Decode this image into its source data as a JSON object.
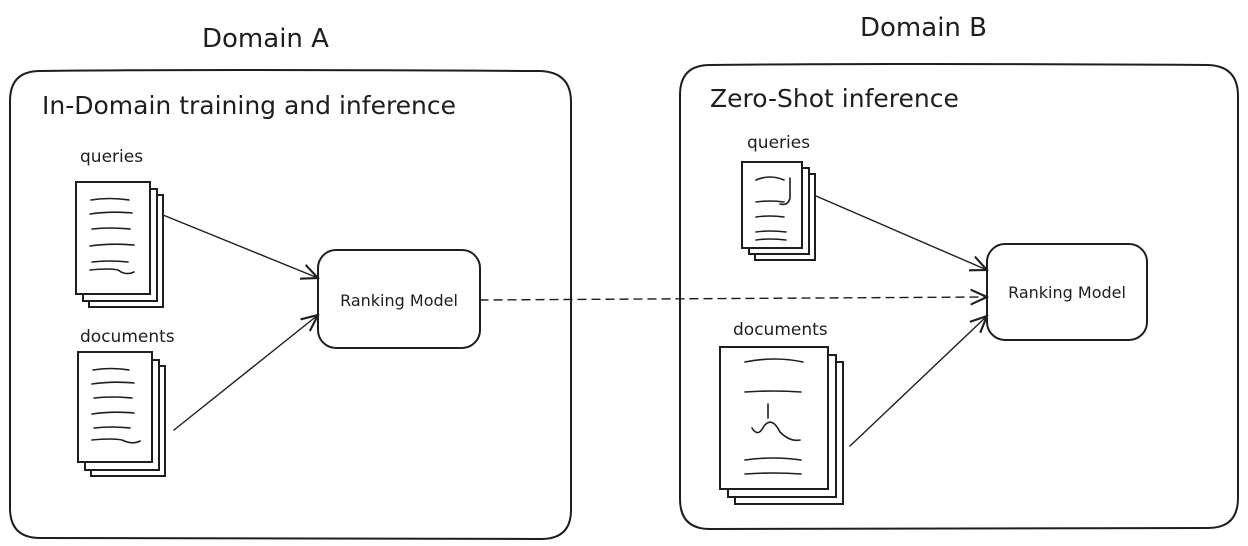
{
  "domain_a": {
    "title": "Domain A",
    "panel_title": "In-Domain training and inference",
    "queries_label": "queries",
    "documents_label": "documents",
    "model_label": "Ranking Model"
  },
  "domain_b": {
    "title": "Domain B",
    "panel_title": "Zero-Shot inference",
    "queries_label": "queries",
    "documents_label": "documents",
    "model_label": "Ranking Model"
  },
  "colors": {
    "ink": "#1e1e1e",
    "background": "#ffffff"
  }
}
